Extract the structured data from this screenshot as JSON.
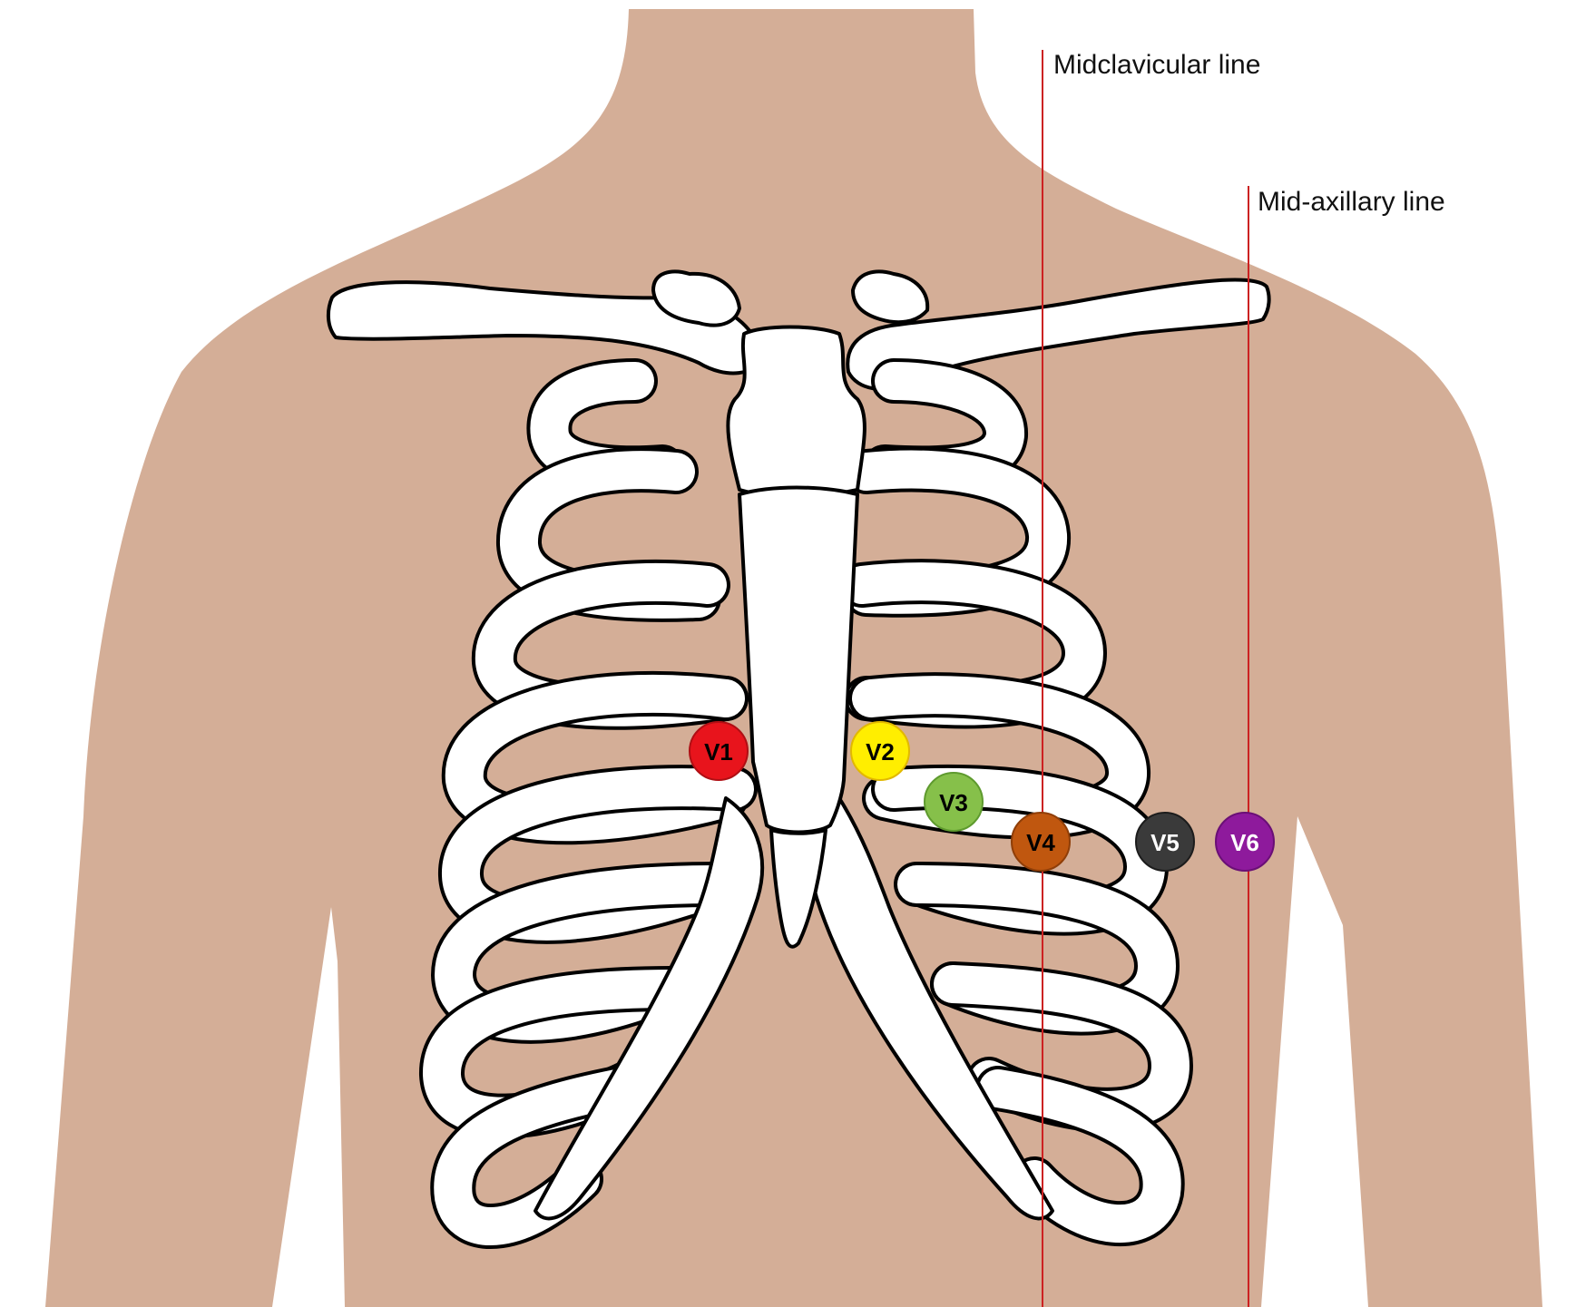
{
  "reference_lines": [
    {
      "id": "midclavicular",
      "label": "Midclavicular line"
    },
    {
      "id": "mid-axillary",
      "label": "Mid-axillary line"
    }
  ],
  "electrodes": [
    {
      "label": "V1",
      "color": "#e8141c",
      "border": "#b00f14",
      "text_color": "#000000"
    },
    {
      "label": "V2",
      "color": "#ffee00",
      "border": "#e2b800",
      "text_color": "#000000"
    },
    {
      "label": "V3",
      "color": "#86c04a",
      "border": "#5e9a2e",
      "text_color": "#000000"
    },
    {
      "label": "V4",
      "color": "#c0570f",
      "border": "#8f3e08",
      "text_color": "#000000"
    },
    {
      "label": "V5",
      "color": "#3a3a3a",
      "border": "#1c1c1c",
      "text_color": "#ffffff"
    },
    {
      "label": "V6",
      "color": "#8e1a9c",
      "border": "#6a0f76",
      "text_color": "#ffffff"
    }
  ],
  "colors": {
    "skin": "#d4ae97",
    "bone": "#ffffff",
    "outline": "#000000",
    "reference_line": "#cc2222"
  }
}
